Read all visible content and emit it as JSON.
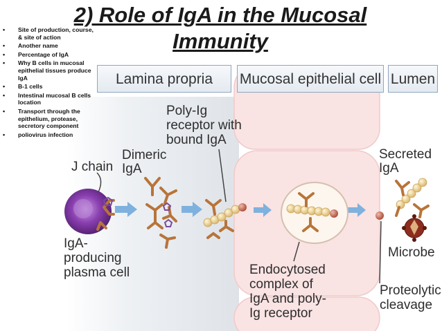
{
  "title": {
    "line1": "2) Role of IgA in the Mucosal",
    "line2": "Immunity"
  },
  "bullets": [
    {
      "text": "Site of production, course, & site of action"
    },
    {
      "text": "Another name"
    },
    {
      "text": "Percentage of IgA"
    },
    {
      "text": "Why B cells in mucosal epithelial tissues produce IgA"
    },
    {
      "text": "B-1 cells"
    },
    {
      "text": "Intestinal mucosal B cells location"
    },
    {
      "text": "Transport through the epithelium, protease, secretory component"
    },
    {
      "text": "poliovirus infection"
    }
  ],
  "bullet_glyph": "•",
  "diagram": {
    "headers": {
      "lamina_propria": "Lamina propria",
      "mucosal_epithelial_cell": "Mucosal epithelial cell",
      "lumen": "Lumen"
    },
    "labels": {
      "j_chain": "J chain",
      "dimeric_iga": "Dimeric\nIgA",
      "poly_ig_receptor": "Poly-Ig\nreceptor with\nbound IgA",
      "iga_producing_plasma_cell": "IgA-\nproducing\nplasma cell",
      "endocytosed_complex": "Endocytosed\ncomplex of\nIgA and poly-\nIg receptor",
      "secreted_iga": "Secreted\nIgA",
      "microbe": "Microbe",
      "proteolytic_cleavage": "Proteolytic\ncleavage"
    },
    "colors": {
      "plasma_cell": "#6a2a8c",
      "antibody": "#b8743a",
      "receptor": "#efd38c",
      "endosome_vesicle": "#fdf6ee",
      "epithelial_cell": "#fae3e3",
      "lamina_propria_bg": "#e3e7ec",
      "arrow": "#7fb1de",
      "microbe": "#8c2e1f",
      "header_border": "#8fa6bd"
    }
  }
}
